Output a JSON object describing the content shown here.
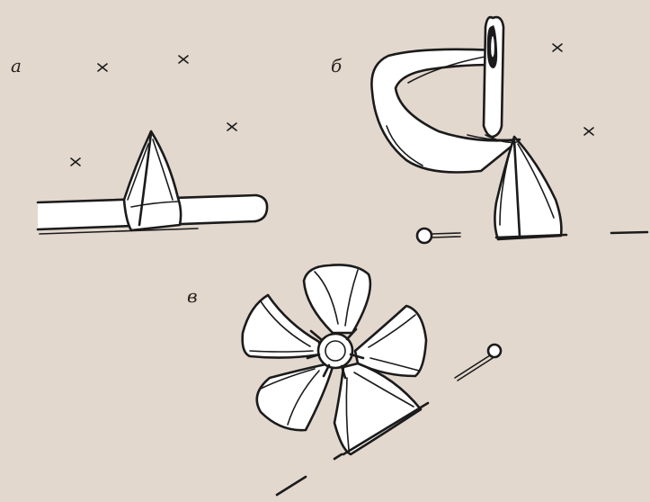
{
  "figure": {
    "labels": {
      "a": "а",
      "b": "б",
      "c": "в"
    },
    "colors": {
      "background": "#e3d8ce",
      "paper": "#ffffff",
      "ink": "#1b1b1b"
    }
  }
}
